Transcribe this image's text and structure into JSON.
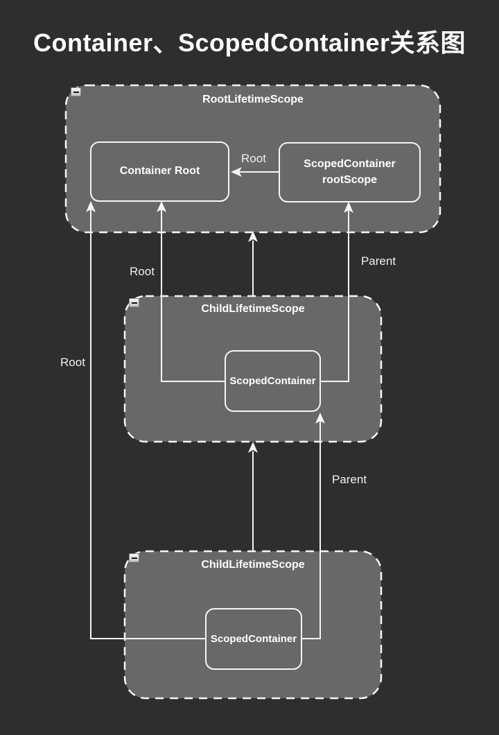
{
  "title": "Container、ScopedContainer关系图",
  "colors": {
    "background": "#2e2e2e",
    "box_fill": "#686868",
    "stroke": "#f6f6f6",
    "text": "#ffffff"
  },
  "groups": {
    "root": {
      "label": "RootLifetimeScope"
    },
    "child_mid": {
      "label": "ChildLifetimeScope"
    },
    "child_bottom": {
      "label": "ChildLifetimeScope"
    }
  },
  "nodes": {
    "container_root": {
      "label": "Container Root"
    },
    "root_scope": {
      "line1": "ScopedContainer",
      "line2": "rootScope"
    },
    "mid_scoped": {
      "label": "ScopedContainer"
    },
    "bottom_scoped": {
      "label": "ScopedContainer"
    }
  },
  "edge_labels": {
    "root_arrow": "Root",
    "mid_root": "Root",
    "far_root": "Root",
    "mid_parent": "Parent",
    "bottom_parent": "Parent"
  },
  "icons": {
    "collapse": "minus"
  }
}
